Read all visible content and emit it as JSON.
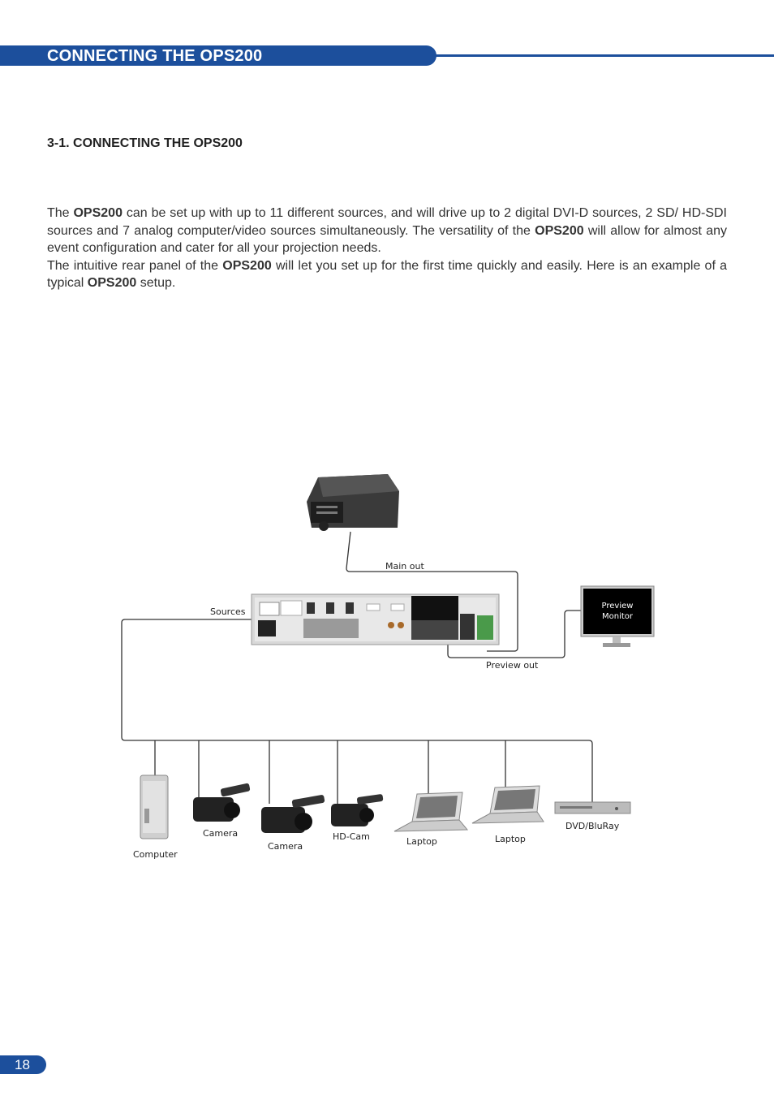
{
  "header": {
    "title": "CONNECTING THE OPS200"
  },
  "section": {
    "title": "3-1. CONNECTING THE OPS200"
  },
  "body": {
    "p1_a": "The ",
    "p1_b": "OPS200",
    "p1_c": " can be set up with up to 11 different sources, and will drive up to 2 digital DVI-D sources, 2 SD/ HD-SDI sources and 7 analog computer/video sources simultaneously. The versatility of the ",
    "p1_d": "OPS200",
    "p1_e": " will allow for almost any event configuration and cater for all your projection needs.",
    "p2_a": "The intuitive rear panel of the ",
    "p2_b": "OPS200",
    "p2_c": " will let you set up for the first time quickly and easily. Here is an example of a typical ",
    "p2_d": "OPS200",
    "p2_e": " setup."
  },
  "diagram": {
    "main_out": "Main out",
    "sources": "Sources",
    "preview_out": "Preview out",
    "preview_monitor_1": "Preview",
    "preview_monitor_2": "Monitor",
    "computer": "Computer",
    "camera_1": "Camera",
    "camera_2": "Camera",
    "hd_cam": "HD-Cam",
    "laptop_1": "Laptop",
    "laptop_2": "Laptop",
    "dvd": "DVD/BluRay"
  },
  "footer": {
    "page_number": "18"
  },
  "colors": {
    "accent": "#1c4f9c"
  }
}
